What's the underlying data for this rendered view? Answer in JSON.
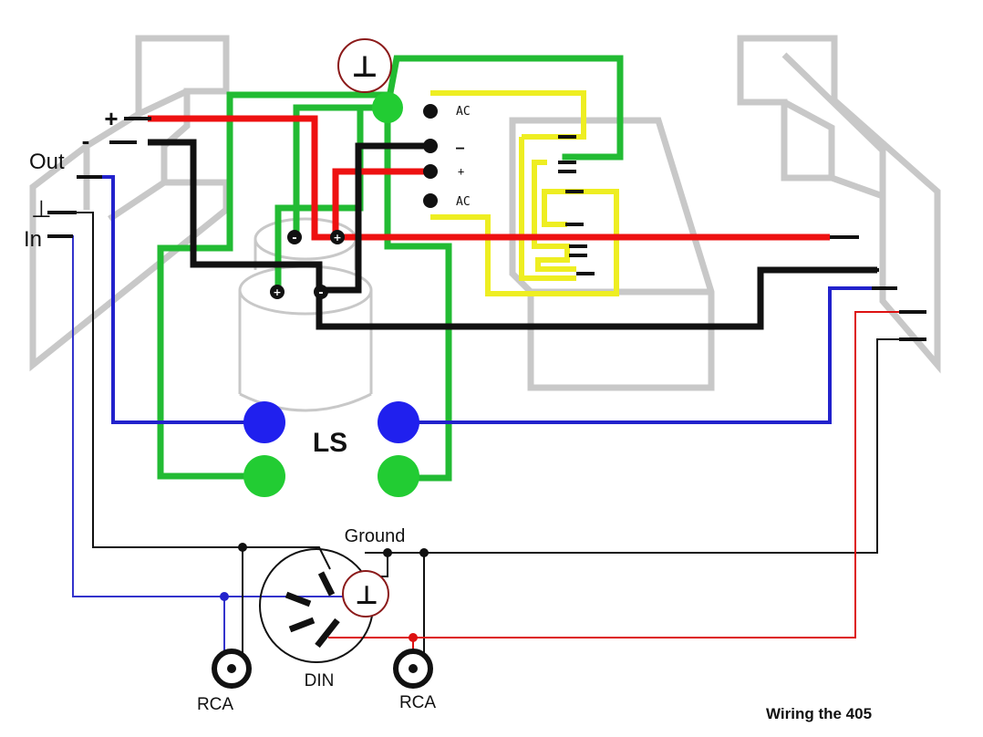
{
  "title": "Wiring the 405",
  "labels": {
    "out": "Out",
    "in": "In",
    "ground_symbol": "⊥",
    "plus": "+",
    "minus": "-",
    "ls": "LS",
    "ground": "Ground",
    "din": "DIN",
    "rca_left": "RCA",
    "rca_right": "RCA",
    "ac_top": "AC",
    "bridge_minus": "–",
    "bridge_plus": "+",
    "ac_bottom": "AC",
    "cap_minus": "-",
    "cap_plus": "+"
  },
  "wire_colors": {
    "positive": "#ee1111",
    "negative": "#111111",
    "ground": "#22bb33",
    "signal": "#2222cc",
    "ac": "#eeee22",
    "outline": "#c8c8c8",
    "ground_symbol_ring": "#8b1a1a",
    "terminal_green": "#22cc33",
    "terminal_blue": "#2020ee"
  }
}
